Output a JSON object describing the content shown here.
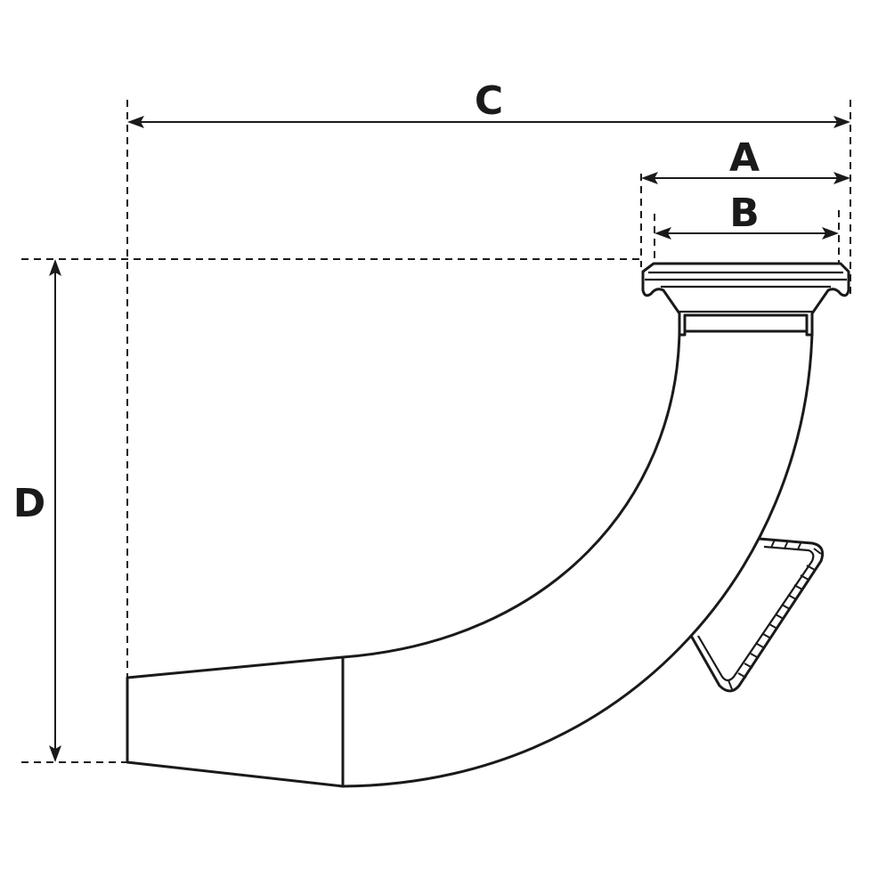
{
  "drawing": {
    "subject": "pipe-elbow-dimension-drawing",
    "line_color": "#1a1a1a",
    "background": "#ffffff",
    "dimensions": {
      "A": {
        "label": "A",
        "description": "outer flange diameter"
      },
      "B": {
        "label": "B",
        "description": "inner flange diameter"
      },
      "C": {
        "label": "C",
        "description": "overall horizontal length"
      },
      "D": {
        "label": "D",
        "description": "overall vertical height"
      }
    }
  }
}
